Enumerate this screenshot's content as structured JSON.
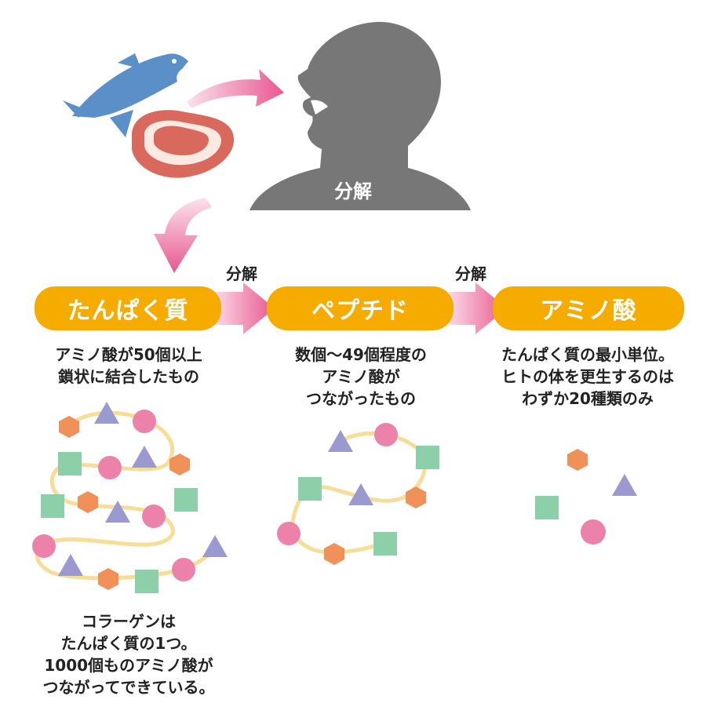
{
  "head_label": "分解",
  "stages": [
    {
      "label": "たんぱく質",
      "caption": [
        "アミノ酸が50個以上",
        "鎖状に結合したもの"
      ]
    },
    {
      "label": "ペプチド",
      "caption": [
        "数個〜49個程度の",
        "アミノ酸が",
        "つながったもの"
      ]
    },
    {
      "label": "アミノ酸",
      "caption": [
        "たんぱく質の最小単位。",
        "ヒトの体を更生するのは",
        "わずか20種類のみ"
      ]
    }
  ],
  "arrow_labels": [
    "分解",
    "分解"
  ],
  "collagen_note": [
    "コラーゲンは",
    "たんぱく質の1つ。",
    "1000個ものアミノ酸が",
    "つながってできている。"
  ],
  "colors": {
    "pill": "#f5ab00",
    "arrow_pink": "#e8588f",
    "head": "#777777",
    "fish": "#5b8fc7",
    "meat": "#d9695c",
    "hexagon": "#f0915a",
    "circle": "#ec82aa",
    "triangle": "#9a9ad0",
    "square": "#8ccfa8",
    "chain": "#f7dd96"
  },
  "icons": [
    "fish-icon",
    "meat-icon",
    "head-silhouette-icon"
  ]
}
